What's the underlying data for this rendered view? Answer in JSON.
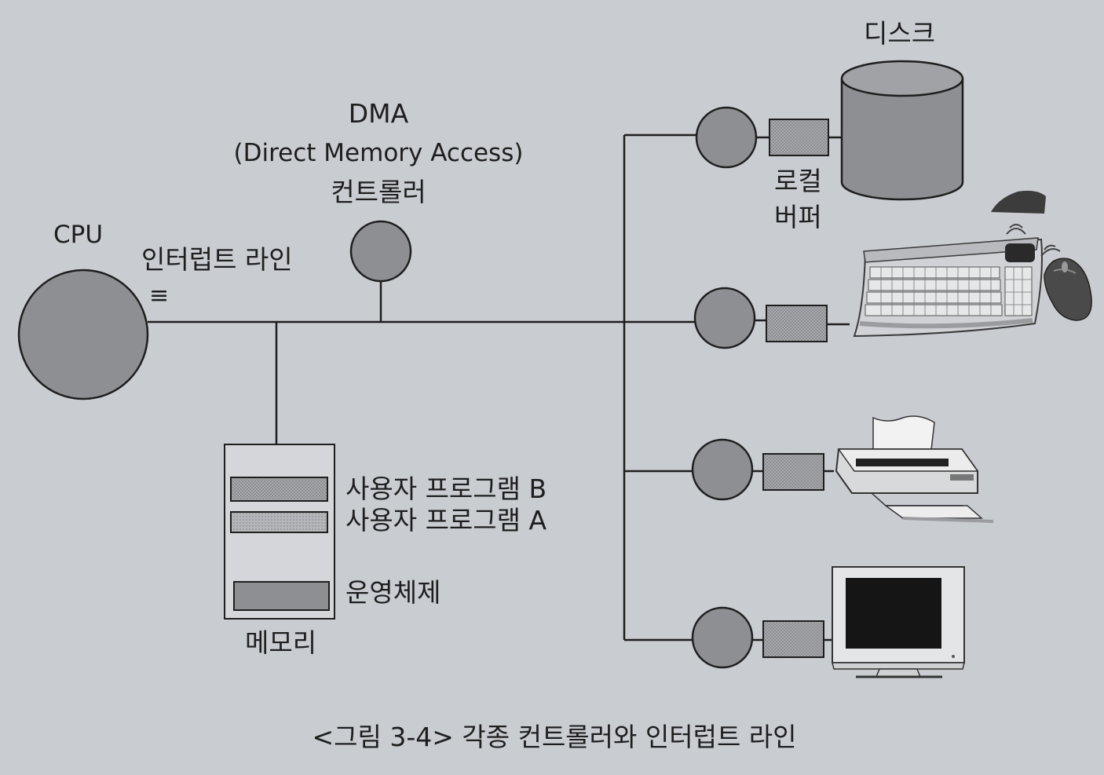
{
  "labels": {
    "cpu": "CPU",
    "interrupt_line": "인터럽트 라인",
    "interrupt_symbol": "≡",
    "dma": "DMA",
    "dma_full": "(Direct Memory Access)",
    "dma_controller": "컨트롤러",
    "disk": "디스크",
    "local": "로컬",
    "buffer": "버퍼",
    "program_b": "사용자 프로그램 B",
    "program_a": "사용자 프로그램 A",
    "os": "운영체제",
    "memory": "메모리"
  },
  "caption": "<그림 3-4> 각종 컨트롤러와 인터럽트 라인",
  "colors": {
    "background": "#c9ccd1",
    "node_fill": "#8d8f92",
    "buffer_fill": "#a2a4a7",
    "line": "#1e1e1e",
    "memory_box": "#d4d6d9"
  },
  "icons": [
    "disk-cylinder-icon",
    "keyboard-icon",
    "mouse-icon",
    "printer-icon",
    "monitor-icon"
  ]
}
